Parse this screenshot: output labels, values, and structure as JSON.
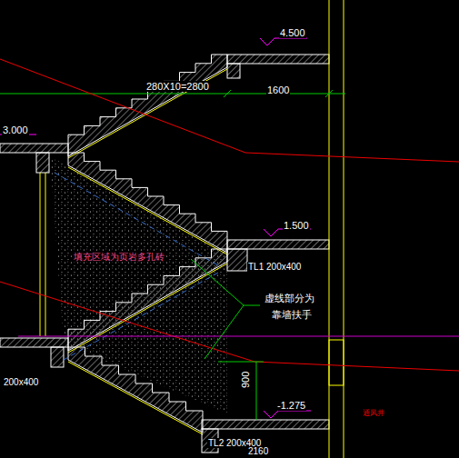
{
  "diagram": {
    "labels": [
      "4.500",
      "280X10=2800",
      "1600",
      "3.000",
      "1.500",
      "TL1 200x400",
      "填充区域为页岩多孔砖",
      "虚线部分为",
      "靠墙扶手",
      "200x400",
      "900",
      "-1.275",
      "TL2 200x400",
      "通风井",
      "2160"
    ]
  }
}
